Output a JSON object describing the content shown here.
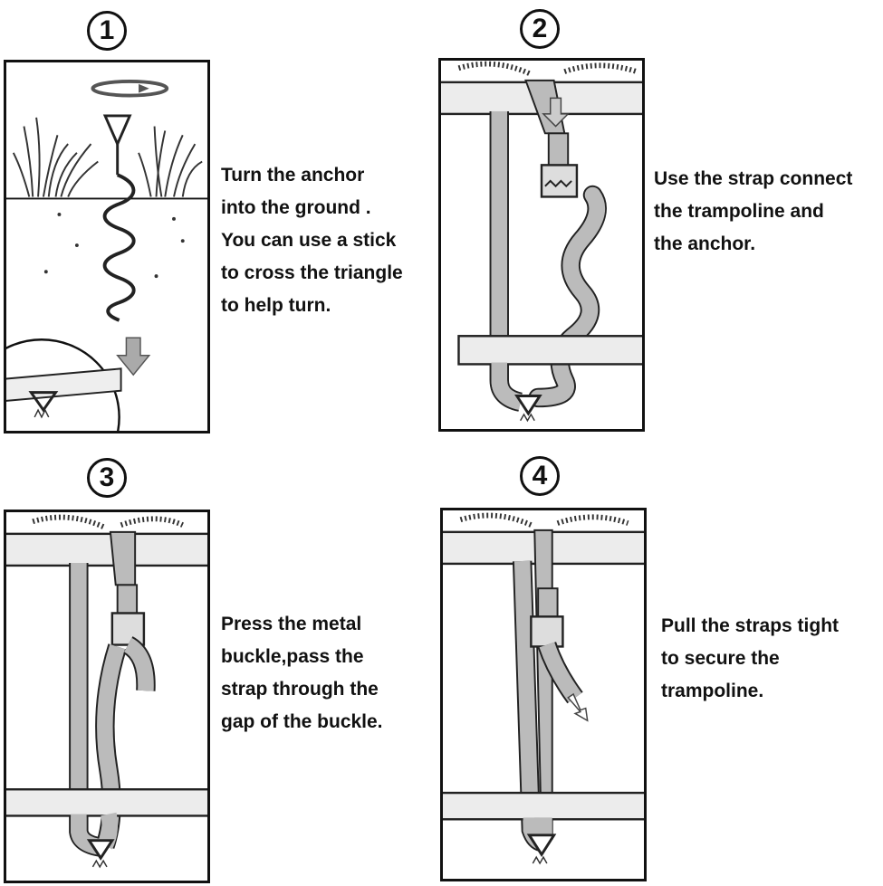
{
  "steps": [
    {
      "number": "1",
      "lines": [
        "Turn the anchor",
        "into the ground .",
        "You can use a stick",
        "to cross the triangle",
        "to help turn."
      ]
    },
    {
      "number": "2",
      "lines": [
        "Use the strap connect",
        "the trampoline and",
        "the anchor."
      ]
    },
    {
      "number": "3",
      "lines": [
        "Press the metal",
        "buckle,pass the",
        "strap through the",
        "gap of the buckle."
      ]
    },
    {
      "number": "4",
      "lines": [
        "Pull the straps tight",
        "to secure the",
        "trampoline."
      ]
    }
  ],
  "colors": {
    "stroke": "#111111",
    "strap": "#b5b5b5",
    "rail": "#e6e6e6"
  }
}
